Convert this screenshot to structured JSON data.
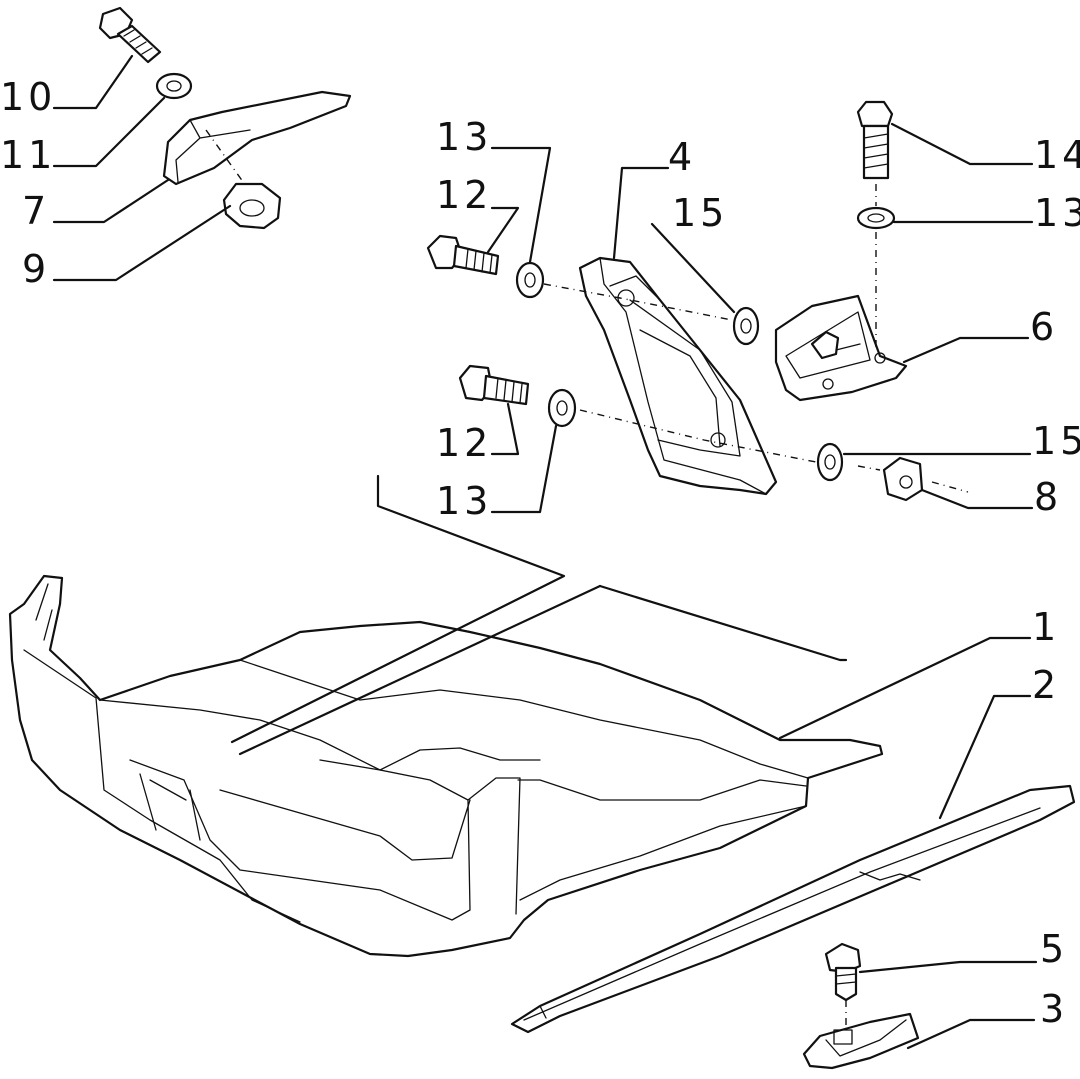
{
  "callouts": {
    "c1": "1",
    "c2": "2",
    "c3": "3",
    "c4": "4",
    "c5": "5",
    "c6": "6",
    "c7": "7",
    "c8": "8",
    "c9": "9",
    "c10": "10",
    "c11": "11",
    "c12a": "12",
    "c12b": "12",
    "c13a": "13",
    "c13b": "13",
    "c13c": "13",
    "c14": "14",
    "c15a": "15",
    "c15b": "15"
  }
}
